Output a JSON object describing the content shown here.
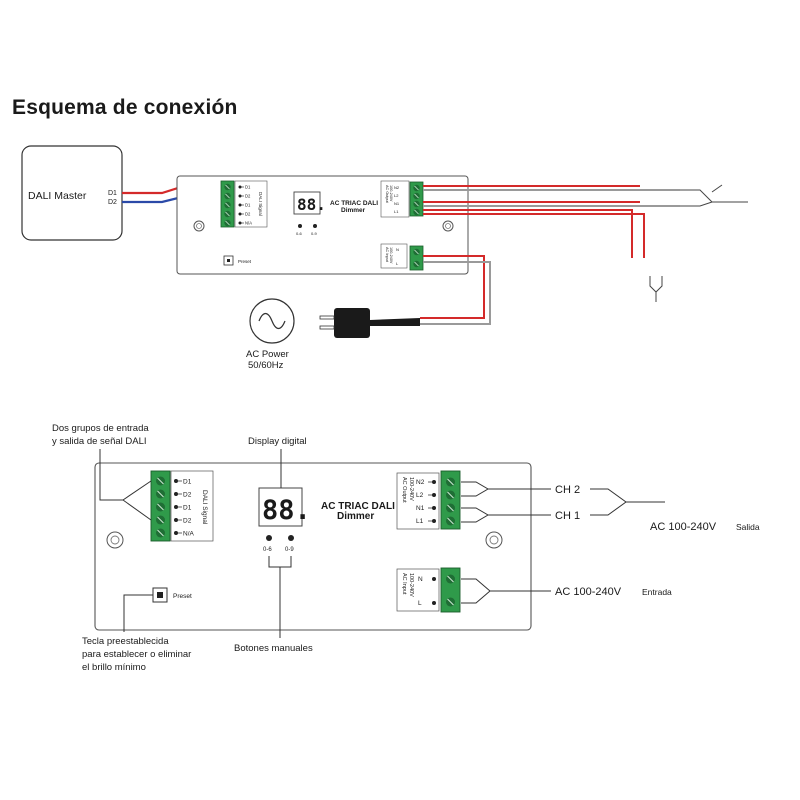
{
  "title": "Esquema de conexión",
  "top": {
    "master_label": "DALI Master",
    "d1": "D1",
    "d2": "D2",
    "device_title_1": "AC TRIAC DALI",
    "device_title_2": "Dimmer",
    "dali_signal_label": "DALI Signal",
    "out_terminals": [
      "N2",
      "L2",
      "N1",
      "L1"
    ],
    "output_label_1": "AC Output",
    "output_label_2": "100-240V",
    "in_terminals": [
      "N",
      "L"
    ],
    "input_label_1": "AC Input",
    "input_label_2": "100-240V",
    "btn_left": "0-6",
    "btn_right": "0-9",
    "preset": "Preset",
    "ac_power_1": "AC Power",
    "ac_power_2": "50/60Hz",
    "dali_terminals": [
      "D1",
      "D2",
      "D1",
      "D2",
      "N/A"
    ]
  },
  "bottom": {
    "dali_terminals": [
      "D1",
      "D2",
      "D1",
      "D2",
      "N/A"
    ],
    "dali_signal_label": "DALI Signal",
    "device_title_1": "AC TRIAC DALI",
    "device_title_2": "Dimmer",
    "display_digits": "88.",
    "btn_left": "0-6",
    "btn_right": "0-9",
    "preset": "Preset",
    "out_terminals": [
      "N2",
      "L2",
      "N1",
      "L1"
    ],
    "output_label_1": "AC Output",
    "output_label_2": "100-240V",
    "in_terminals": [
      "N",
      "L"
    ],
    "input_label_1": "AC Input",
    "input_label_2": "100-240V",
    "callout_dali_1": "Dos grupos de entrada",
    "callout_dali_2": "y salida de señal DALI",
    "callout_display": "Display digital",
    "callout_preset_1": "Tecla preestablecida",
    "callout_preset_2": "para establecer o eliminar",
    "callout_preset_3": "el brillo mínimo",
    "callout_buttons": "Botones manuales",
    "ch2": "CH 2",
    "ch1": "CH 1",
    "output_voltage": "AC 100-240V",
    "output_word": "Salida",
    "input_voltage": "AC 100-240V",
    "input_word": "Entrada"
  },
  "colors": {
    "wire_red": "#d42a2a",
    "wire_blue": "#2b4aa8",
    "wire_gray": "#9a9a9a",
    "terminal_green": "#2f9a4a",
    "display_red": "#c8102e"
  }
}
